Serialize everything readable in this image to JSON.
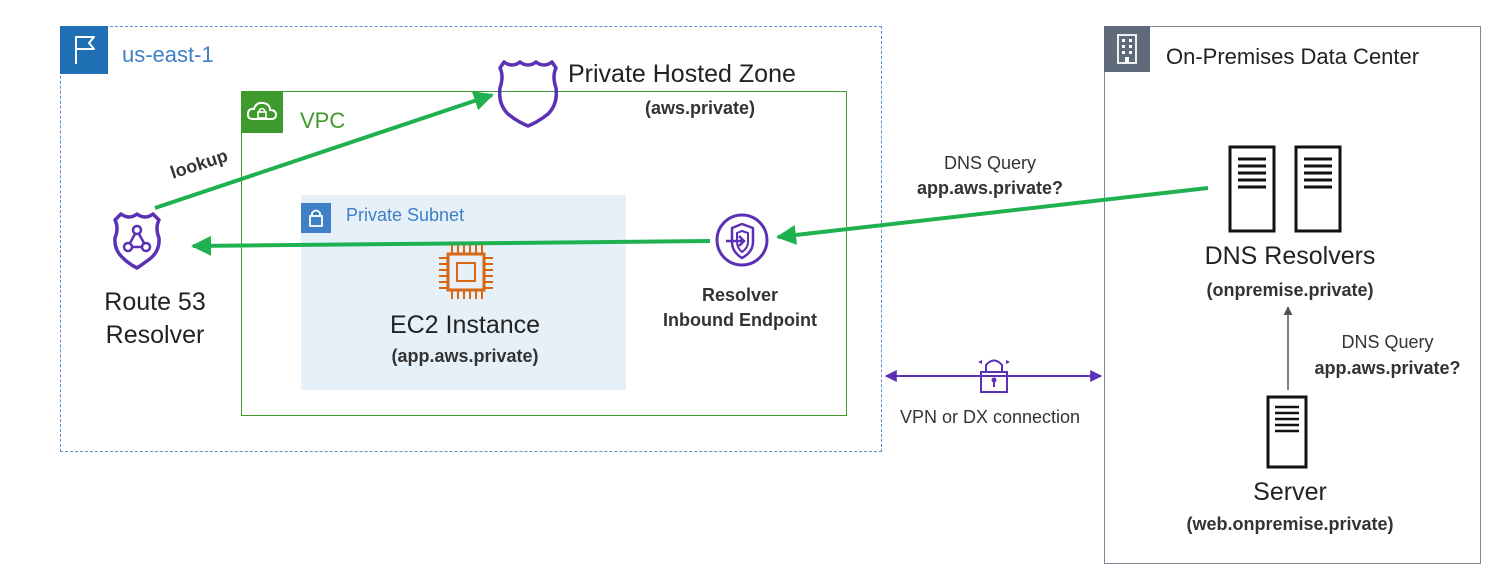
{
  "region": {
    "label": "us-east-1"
  },
  "vpc": {
    "label": "VPC"
  },
  "subnet": {
    "label": "Private Subnet"
  },
  "onprem": {
    "label": "On-Premises Data Center"
  },
  "phz": {
    "title": "Private Hosted Zone",
    "domain": "(aws.private)"
  },
  "route53": {
    "line1": "Route 53",
    "line2": "Resolver"
  },
  "lookup_label": "lookup",
  "ec2": {
    "title": "EC2 Instance",
    "domain": "(app.aws.private)"
  },
  "inbound": {
    "line1": "Resolver",
    "line2": "Inbound Endpoint"
  },
  "query_top": {
    "line1": "DNS Query",
    "line2": "app.aws.private?"
  },
  "dns_resolvers": {
    "title": "DNS Resolvers",
    "domain": "(onpremise.private)"
  },
  "query_bottom": {
    "line1": "DNS Query",
    "line2": "app.aws.private?"
  },
  "server": {
    "title": "Server",
    "domain": "(web.onpremise.private)"
  },
  "vpn": {
    "label": "VPN or DX connection"
  },
  "colors": {
    "region": "#1f6fb5",
    "vpc": "#3f9a2e",
    "subnet_bg": "#e6f0f9",
    "route53": "#5a30b5",
    "ec2": "#d86613",
    "arrow_green": "#1fb14f",
    "vpn_line": "#5a30b5",
    "onprem_border": "#7d8998"
  },
  "icons": {
    "region": "flag-icon",
    "vpc": "cloud-lock-icon",
    "subnet": "lock-icon",
    "onprem": "building-icon",
    "phz": "shield-icon",
    "route53": "route53-shield-icon",
    "ec2": "chip-icon",
    "inbound": "endpoint-icon",
    "dns_resolvers": "server-icon",
    "server": "server-icon",
    "vpn": "padlock-icon"
  }
}
